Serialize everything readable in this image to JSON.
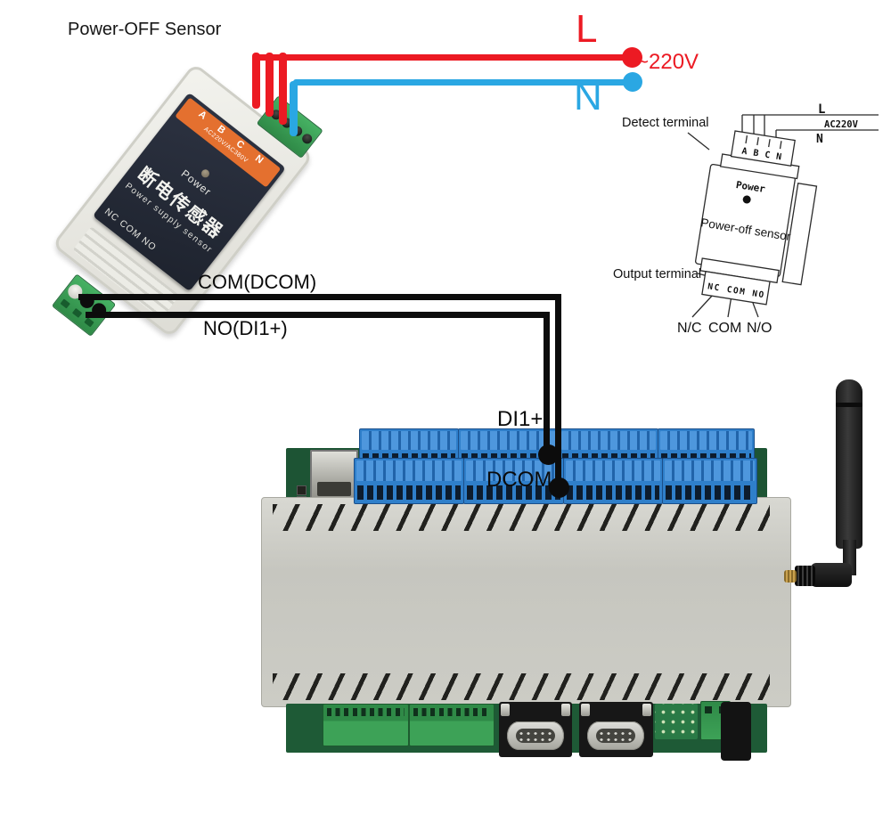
{
  "title": "Power-OFF Sensor",
  "mains": {
    "live": "L",
    "neutral": "N",
    "voltage": "~220V"
  },
  "output_wires": {
    "com": "COM(DCOM)",
    "no": "NO(DI1+)"
  },
  "board_points": {
    "di1": "DI1+",
    "dcom": "DCOM"
  },
  "sensor_label": {
    "terminals": "A B C N",
    "rating": "AC220V/AC380V",
    "power": "Power",
    "name_cn": "断电传感器",
    "name_en": "Power supply sensor",
    "output": "NC COM NO"
  },
  "schematic": {
    "detect_terminal": "Detect terminal",
    "live": "L",
    "rating": "AC220V",
    "neutral": "N",
    "pin_a": "A",
    "pin_b": "B",
    "pin_c": "C",
    "pin_n": "N",
    "power": "Power",
    "device": "Power-off sensor",
    "output_terminal": "Output terminal",
    "out_pins": "NC COM NO",
    "out_nc": "N/C",
    "out_com": "COM",
    "out_no": "N/O"
  },
  "colors": {
    "live_red": "#ec1a23",
    "neutral_blue": "#2aa7e3",
    "wire_black": "#0c0c0c",
    "terminal_green": "#3aa357",
    "block_blue": "#2f7fca",
    "case_gray": "#ccccc5"
  }
}
